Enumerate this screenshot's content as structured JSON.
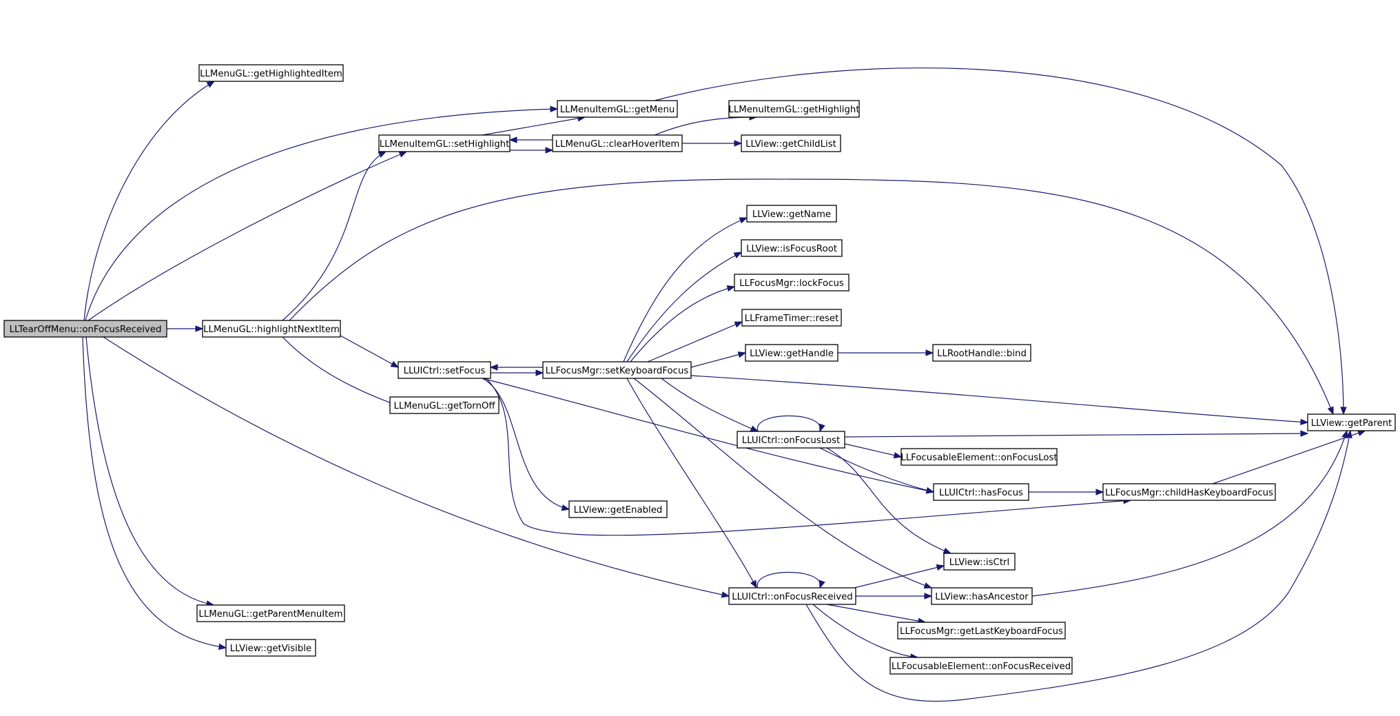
{
  "nodes": [
    {
      "id": "root",
      "label": "LLTearOffMenu::onFocusReceived",
      "root": true
    },
    {
      "id": "getHighlightedItem",
      "label": "LLMenuGL::getHighlightedItem"
    },
    {
      "id": "getMenu",
      "label": "LLMenuItemGL::getMenu"
    },
    {
      "id": "getHighlight",
      "label": "LLMenuItemGL::getHighlight"
    },
    {
      "id": "setHighlight",
      "label": "LLMenuItemGL::setHighlight"
    },
    {
      "id": "clearHoverItem",
      "label": "LLMenuGL::clearHoverItem"
    },
    {
      "id": "getChildList",
      "label": "LLView::getChildList"
    },
    {
      "id": "getName",
      "label": "LLView::getName"
    },
    {
      "id": "isFocusRoot",
      "label": "LLView::isFocusRoot"
    },
    {
      "id": "lockFocus",
      "label": "LLFocusMgr::lockFocus"
    },
    {
      "id": "reset",
      "label": "LLFrameTimer::reset"
    },
    {
      "id": "highlightNextItem",
      "label": "LLMenuGL::highlightNextItem"
    },
    {
      "id": "getHandle",
      "label": "LLView::getHandle"
    },
    {
      "id": "bind",
      "label": "LLRootHandle::bind"
    },
    {
      "id": "setFocus",
      "label": "LLUICtrl::setFocus"
    },
    {
      "id": "setKeyboardFocus",
      "label": "LLFocusMgr::setKeyboardFocus"
    },
    {
      "id": "getTornOff",
      "label": "LLMenuGL::getTornOff"
    },
    {
      "id": "getParent",
      "label": "LLView::getParent"
    },
    {
      "id": "onFocusLost",
      "label": "LLUICtrl::onFocusLost"
    },
    {
      "id": "feOnFocusLost",
      "label": "LLFocusableElement::onFocusLost"
    },
    {
      "id": "hasFocus",
      "label": "LLUICtrl::hasFocus"
    },
    {
      "id": "childHasKeyboardFocus",
      "label": "LLFocusMgr::childHasKeyboardFocus"
    },
    {
      "id": "getEnabled",
      "label": "LLView::getEnabled"
    },
    {
      "id": "isCtrl",
      "label": "LLView::isCtrl"
    },
    {
      "id": "uiOnFocusReceived",
      "label": "LLUICtrl::onFocusReceived"
    },
    {
      "id": "hasAncestor",
      "label": "LLView::hasAncestor"
    },
    {
      "id": "getParentMenuItem",
      "label": "LLMenuGL::getParentMenuItem"
    },
    {
      "id": "getLastKeyboardFocus",
      "label": "LLFocusMgr::getLastKeyboardFocus"
    },
    {
      "id": "getVisible",
      "label": "LLView::getVisible"
    },
    {
      "id": "feOnFocusReceived",
      "label": "LLFocusableElement::onFocusReceived"
    }
  ],
  "edges": [
    {
      "from": "root",
      "to": "getHighlightedItem"
    },
    {
      "from": "root",
      "to": "getMenu"
    },
    {
      "from": "root",
      "to": "setHighlight"
    },
    {
      "from": "root",
      "to": "highlightNextItem"
    },
    {
      "from": "root",
      "to": "uiOnFocusReceived"
    },
    {
      "from": "root",
      "to": "getParentMenuItem"
    },
    {
      "from": "root",
      "to": "getVisible"
    },
    {
      "from": "getMenu",
      "to": "getParent"
    },
    {
      "from": "setHighlight",
      "to": "getMenu"
    },
    {
      "from": "setHighlight",
      "to": "clearHoverItem"
    },
    {
      "from": "clearHoverItem",
      "to": "setHighlight"
    },
    {
      "from": "clearHoverItem",
      "to": "getHighlight"
    },
    {
      "from": "clearHoverItem",
      "to": "getChildList"
    },
    {
      "from": "highlightNextItem",
      "to": "setHighlight"
    },
    {
      "from": "highlightNextItem",
      "to": "getParent"
    },
    {
      "from": "highlightNextItem",
      "to": "setFocus"
    },
    {
      "from": "highlightNextItem",
      "to": "getTornOff"
    },
    {
      "from": "setFocus",
      "to": "setKeyboardFocus"
    },
    {
      "from": "setFocus",
      "to": "getEnabled"
    },
    {
      "from": "setFocus",
      "to": "hasFocus"
    },
    {
      "from": "setFocus",
      "to": "childHasKeyboardFocus"
    },
    {
      "from": "setKeyboardFocus",
      "to": "setFocus"
    },
    {
      "from": "setKeyboardFocus",
      "to": "getName"
    },
    {
      "from": "setKeyboardFocus",
      "to": "isFocusRoot"
    },
    {
      "from": "setKeyboardFocus",
      "to": "lockFocus"
    },
    {
      "from": "setKeyboardFocus",
      "to": "reset"
    },
    {
      "from": "setKeyboardFocus",
      "to": "getHandle"
    },
    {
      "from": "setKeyboardFocus",
      "to": "getParent"
    },
    {
      "from": "setKeyboardFocus",
      "to": "onFocusLost"
    },
    {
      "from": "setKeyboardFocus",
      "to": "uiOnFocusReceived"
    },
    {
      "from": "setKeyboardFocus",
      "to": "hasAncestor"
    },
    {
      "from": "getHandle",
      "to": "bind"
    },
    {
      "from": "onFocusLost",
      "to": "onFocusLost"
    },
    {
      "from": "onFocusLost",
      "to": "getParent"
    },
    {
      "from": "onFocusLost",
      "to": "feOnFocusLost"
    },
    {
      "from": "onFocusLost",
      "to": "hasFocus"
    },
    {
      "from": "onFocusLost",
      "to": "isCtrl"
    },
    {
      "from": "hasFocus",
      "to": "childHasKeyboardFocus"
    },
    {
      "from": "childHasKeyboardFocus",
      "to": "getParent"
    },
    {
      "from": "uiOnFocusReceived",
      "to": "uiOnFocusReceived"
    },
    {
      "from": "uiOnFocusReceived",
      "to": "isCtrl"
    },
    {
      "from": "uiOnFocusReceived",
      "to": "hasAncestor"
    },
    {
      "from": "uiOnFocusReceived",
      "to": "getLastKeyboardFocus"
    },
    {
      "from": "uiOnFocusReceived",
      "to": "feOnFocusReceived"
    },
    {
      "from": "uiOnFocusReceived",
      "to": "getParent"
    },
    {
      "from": "hasAncestor",
      "to": "getParent"
    }
  ]
}
